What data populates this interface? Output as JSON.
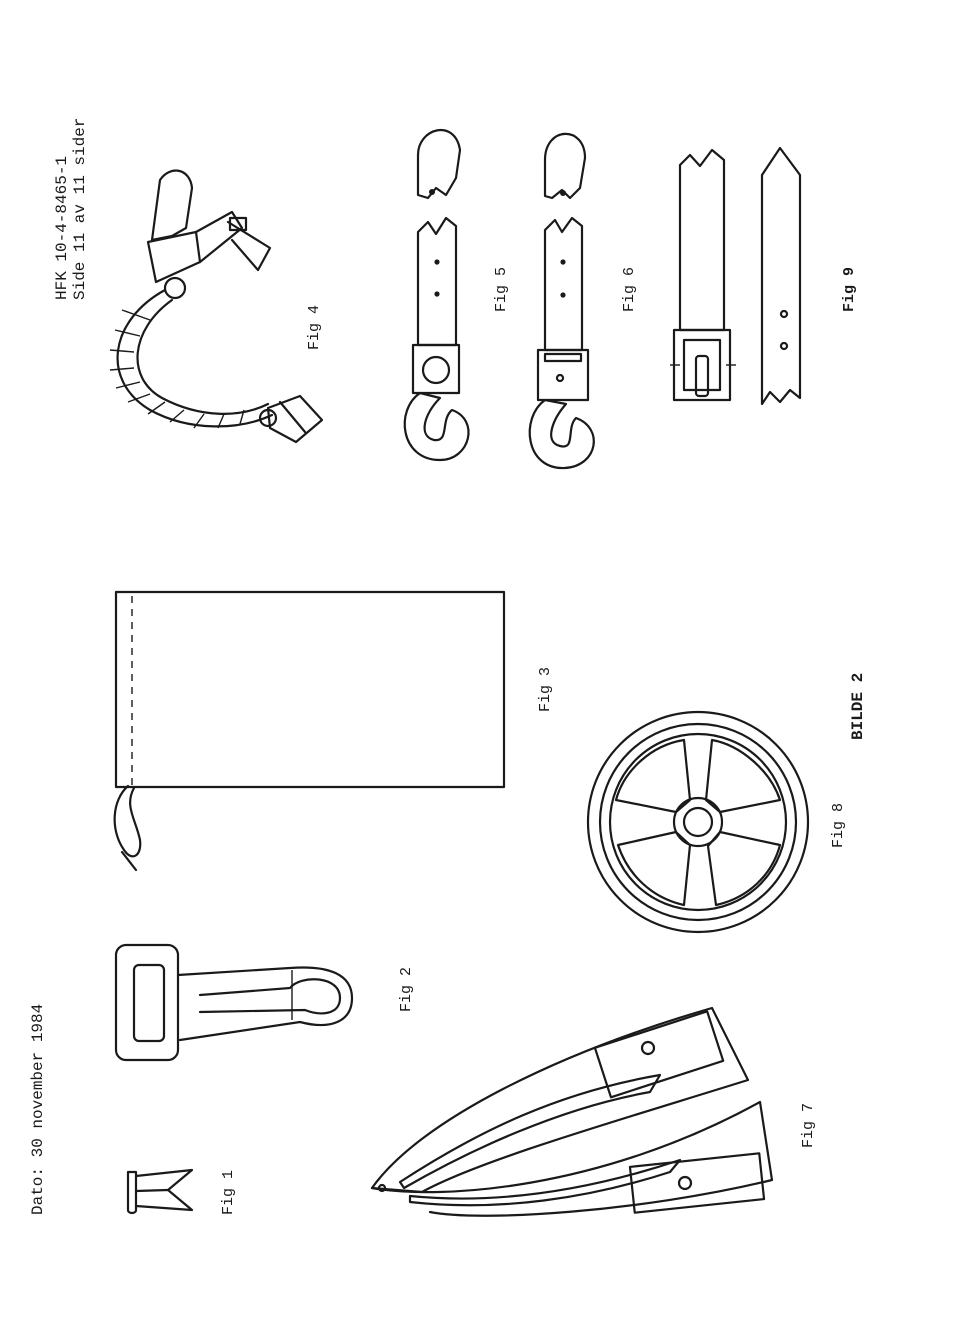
{
  "document": {
    "ref_line_1": "HFK 10-4-8465-1",
    "ref_line_2": "Side 11 av 11 sider",
    "date_line": "Dato: 30 november 1984",
    "plate_title": "BILDE 2"
  },
  "figures": {
    "fig1": "Fig 1",
    "fig2": "Fig 2",
    "fig3": "Fig 3",
    "fig4": "Fig 4",
    "fig5": "Fig 5",
    "fig6": "Fig 6",
    "fig7": "Fig 7",
    "fig8": "Fig 8",
    "fig9": "Fig 9"
  }
}
